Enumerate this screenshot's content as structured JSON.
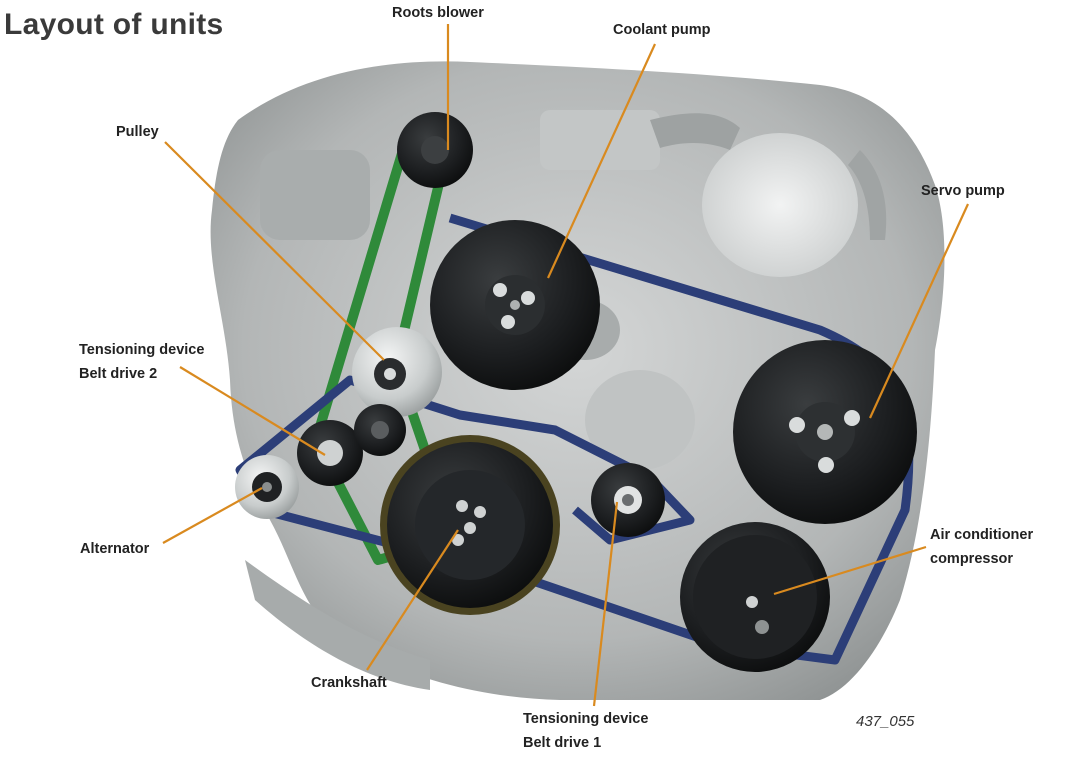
{
  "title": "Layout of units",
  "figure_id": "437_055",
  "colors": {
    "leader": "#d98a1f",
    "belt_green": "#2f8a3a",
    "belt_blue": "#2c3e78",
    "engine": "#b9bcbc"
  },
  "labels": {
    "roots_blower": "Roots blower",
    "coolant_pump": "Coolant pump",
    "pulley": "Pulley",
    "servo_pump": "Servo pump",
    "tensioning_device_2_line1": "Tensioning device",
    "tensioning_device_2_line2": "Belt drive 2",
    "alternator": "Alternator",
    "air_conditioner_line1": "Air conditioner",
    "air_conditioner_line2": "compressor",
    "crankshaft": "Crankshaft",
    "tensioning_device_1_line1": "Tensioning device",
    "tensioning_device_1_line2": "Belt drive 1"
  }
}
